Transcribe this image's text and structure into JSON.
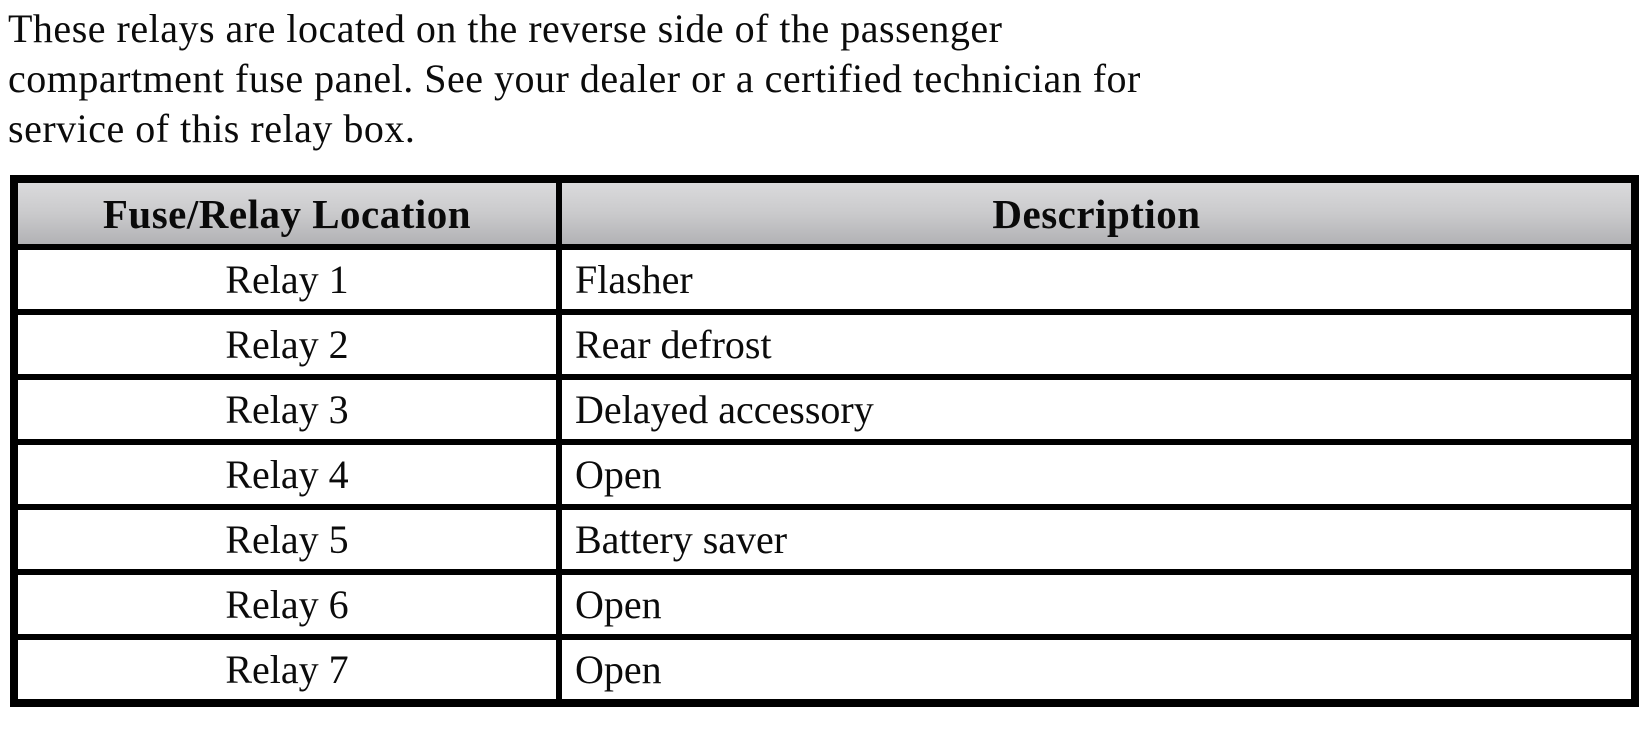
{
  "intro": {
    "lines": [
      "These relays are located on the reverse side of the passenger",
      "compartment fuse panel. See your dealer or a certified technician for",
      "service of this relay box."
    ]
  },
  "table": {
    "headers": [
      "Fuse/Relay Location",
      "Description"
    ],
    "rows": [
      {
        "location": "Relay 1",
        "description": "Flasher"
      },
      {
        "location": "Relay 2",
        "description": "Rear defrost"
      },
      {
        "location": "Relay 3",
        "description": "Delayed accessory"
      },
      {
        "location": "Relay 4",
        "description": "Open"
      },
      {
        "location": "Relay 5",
        "description": "Battery saver"
      },
      {
        "location": "Relay 6",
        "description": "Open"
      },
      {
        "location": "Relay 7",
        "description": "Open"
      }
    ]
  },
  "colors": {
    "page_background": "#ffffff",
    "text": "#0b0b0b",
    "table_border": "#000000",
    "header_bg_top": "#dadadc",
    "header_bg_bottom": "#b2b2b5"
  }
}
